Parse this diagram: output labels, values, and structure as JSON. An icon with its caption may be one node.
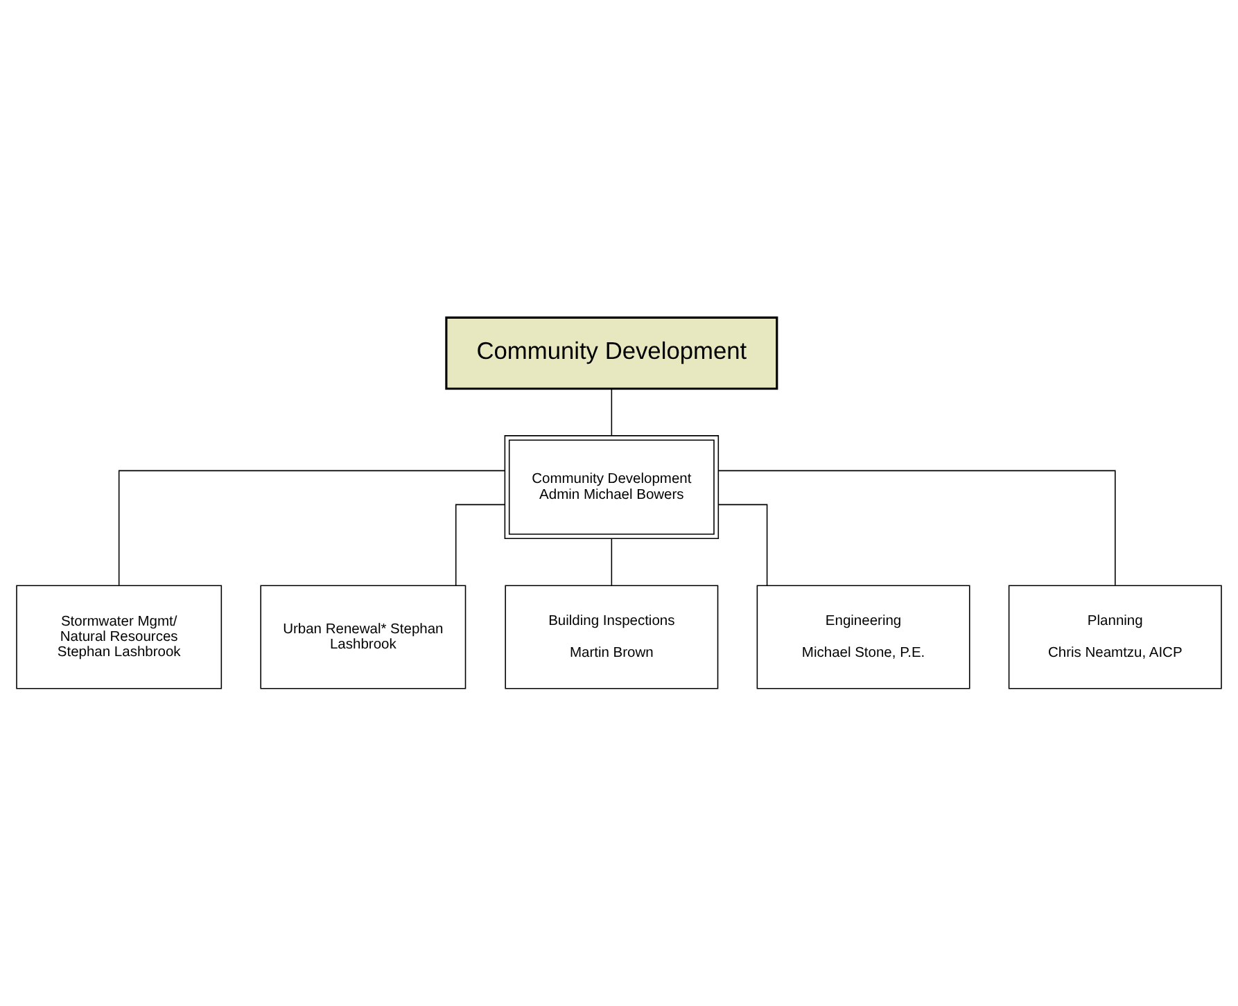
{
  "diagram": {
    "nodes": [
      {
        "text": [
          "Community Development"
        ]
      },
      {
        "text": [
          "Community Development Admin Michael Bowers"
        ]
      },
      {
        "text": [
          "Stormwater Mgmt/ Natural Resources Stephan Lashbrook"
        ]
      },
      {
        "text": [
          "Urban Renewal* Stephan Lashbrook"
        ]
      },
      {
        "text": [
          "Building Inspections",
          "Martin Brown"
        ]
      },
      {
        "text": [
          "Engineering",
          "Michael Stone, P.E."
        ]
      },
      {
        "text": [
          "Planning",
          "Chris Neamtzu, AICP"
        ]
      }
    ],
    "edges": [
      {
        "from": 0,
        "to": 1,
        "arrow": "none"
      },
      {
        "from": 1,
        "to": 2,
        "arrow": "none"
      },
      {
        "from": 1,
        "to": 3,
        "arrow": "none"
      },
      {
        "from": 1,
        "to": 4,
        "arrow": "none"
      },
      {
        "from": 1,
        "to": 5,
        "arrow": "none"
      },
      {
        "from": 1,
        "to": 6,
        "arrow": "none"
      }
    ]
  }
}
